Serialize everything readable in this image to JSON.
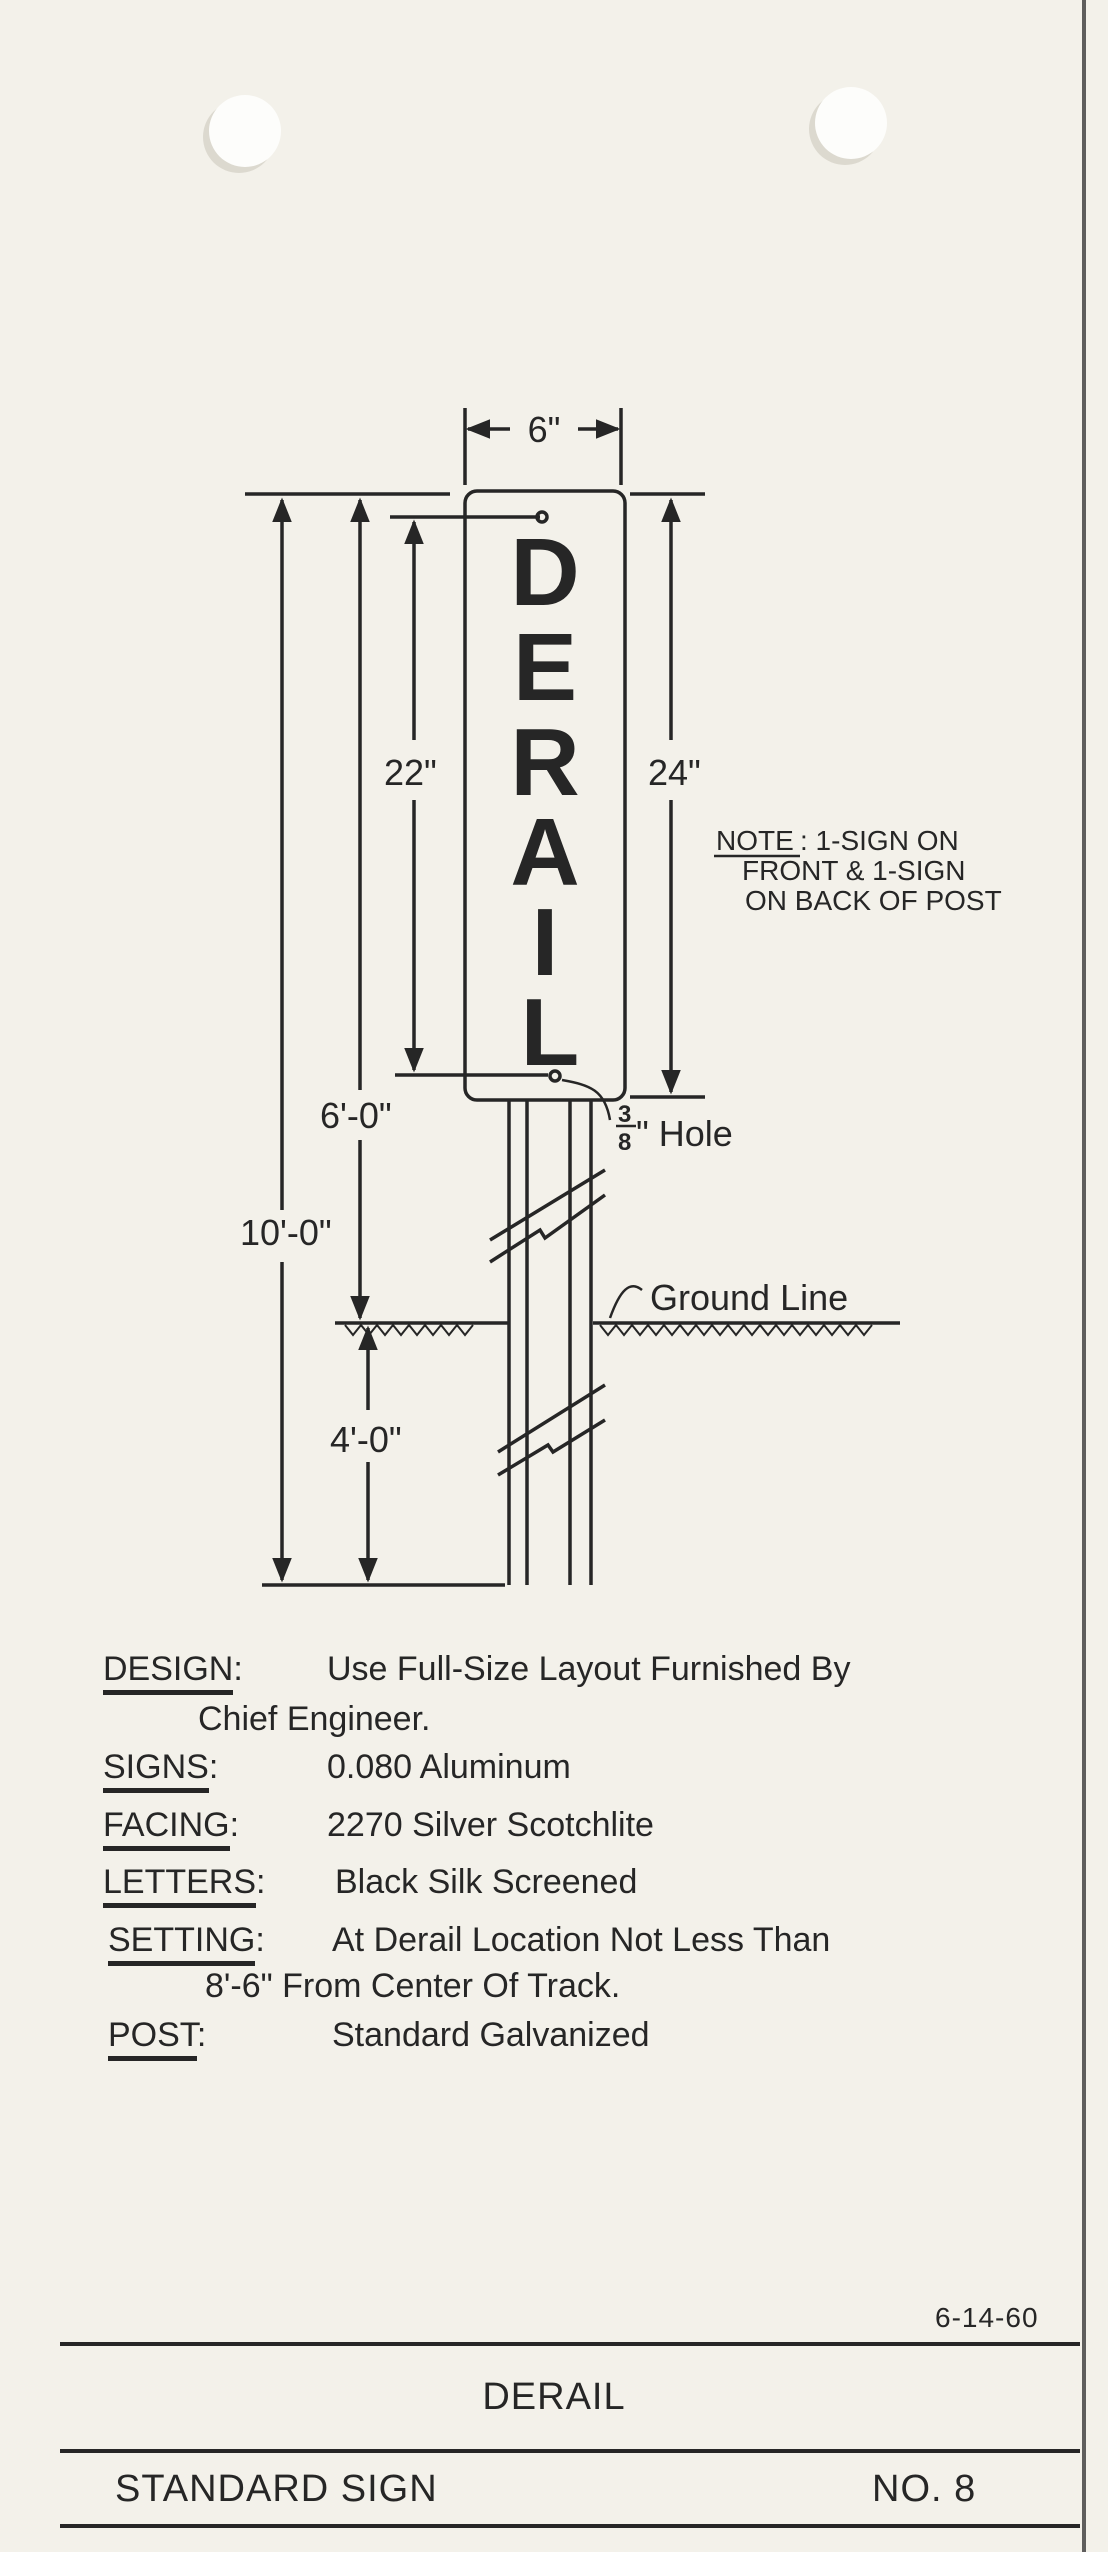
{
  "drawing": {
    "sign_letters": [
      "D",
      "E",
      "R",
      "A",
      "I",
      "L"
    ],
    "width_dim": "6\"",
    "letter_height_dim": "22\"",
    "sign_height_dim": "24\"",
    "above_ground_dim": "6'-0\"",
    "total_dim": "10'-0\"",
    "below_ground_dim": "4'-0\"",
    "hole_fraction_num": "3",
    "hole_fraction_den": "8",
    "hole_label": "\" Hole",
    "ground_label": "Ground Line",
    "note_label": "NOTE",
    "note_lines": [
      ": 1-SIGN ON",
      "FRONT & 1-SIGN",
      "ON BACK OF POST"
    ]
  },
  "specs": [
    {
      "label": "DESIGN",
      "value": "Use Full-Size Layout Furnished By",
      "cont": "Chief Engineer."
    },
    {
      "label": "SIGNS",
      "value": "0.080 Aluminum"
    },
    {
      "label": "FACING",
      "value": "2270 Silver Scotchlite"
    },
    {
      "label": "LETTERS",
      "value": "Black Silk Screened"
    },
    {
      "label": "SETTING",
      "value": "At Derail Location Not Less Than",
      "cont": "8'-6\" From Center Of Track."
    },
    {
      "label": "POST",
      "value": "Standard Galvanized"
    }
  ],
  "footer": {
    "date": "6-14-60",
    "sign_name": "DERAIL",
    "category": "STANDARD SIGN",
    "number": "NO. 8"
  }
}
